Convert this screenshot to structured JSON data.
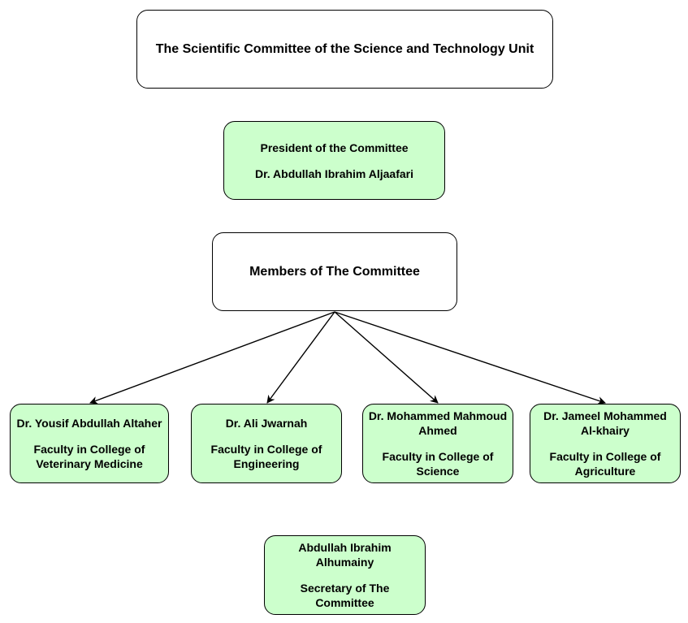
{
  "diagram": {
    "title": "The Scientific Committee of the Science and Technology Unit",
    "president": {
      "role": "President of the Committee",
      "name": "Dr. Abdullah Ibrahim Aljaafari"
    },
    "members_header": "Members of The Committee",
    "members": [
      {
        "name": "Dr. Yousif Abdullah Altaher",
        "affiliation": "Faculty in College of Veterinary Medicine"
      },
      {
        "name": "Dr. Ali Jwarnah",
        "affiliation": "Faculty in College of Engineering"
      },
      {
        "name": "Dr. Mohammed Mahmoud Ahmed",
        "affiliation": "Faculty in College of Science"
      },
      {
        "name": "Dr. Jameel Mohammed Al-khairy",
        "affiliation": "Faculty in College of Agriculture"
      }
    ],
    "secretary": {
      "name": "Abdullah Ibrahim Alhumainy",
      "role": "Secretary of The Committee"
    }
  },
  "colors": {
    "member_fill": "#ccffcc",
    "header_fill": "#ffffff",
    "stroke": "#000000"
  }
}
